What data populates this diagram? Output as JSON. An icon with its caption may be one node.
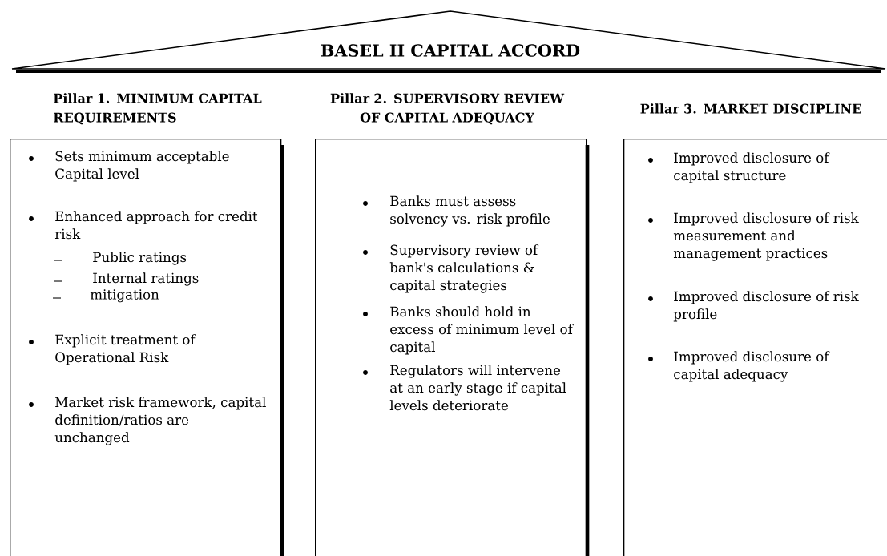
{
  "diagram": {
    "nodes": [
      {
        "text": [
          "BASEL II CAPITAL ACCORD"
        ]
      },
      {
        "text": [
          "Pillar 1. MINIMUM CAPITAL REQUIREMENTS",
          "Sets minimum acceptable Capital level",
          "Enhanced approach for credit risk",
          "Public ratings",
          "Internal ratings",
          "mitigation",
          "Explicit treatment of Operational Risk",
          "Market risk framework, capital definition/ratios are unchanged"
        ]
      },
      {
        "text": [
          "Pillar 2. SUPERVISORY REVIEW OF CAPITAL ADEQUACY",
          "Banks must assess solvency vs. risk profile",
          "Supervisory review of bank's calculations & capital strategies",
          "Banks should hold in excess of minimum level of capital",
          "Regulators will intervene at an early stage if capital levels deteriorate"
        ]
      },
      {
        "text": [
          "Pillar 3. MARKET DISCIPLINE",
          "Improved disclosure of capital structure",
          "Improved disclosure of risk measurement and management practices",
          "Improved disclosure of risk profile",
          "Improved disclosure of capital adequacy"
        ]
      }
    ]
  }
}
